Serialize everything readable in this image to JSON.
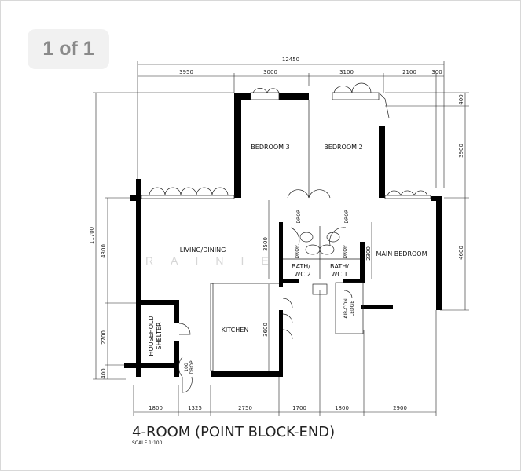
{
  "viewer": {
    "page_indicator": "1 of 1"
  },
  "plan": {
    "title": "4-ROOM (POINT BLOCK-END)",
    "scale": "SCALE  1:100",
    "watermark": "RAINIE",
    "rooms": {
      "bedroom3": "BEDROOM 3",
      "bedroom2": "BEDROOM 2",
      "living": "LIVING/DINING",
      "main_bedroom": "MAIN BEDROOM",
      "bath2_a": "BATH/",
      "bath2_b": "WC 2",
      "bath1_a": "BATH/",
      "bath1_b": "WC 1",
      "kitchen": "KITCHEN",
      "shelter_a": "HOUSEHOLD",
      "shelter_b": "SHELTER",
      "aircon_a": "AIR-CON",
      "aircon_b": "LEDGE",
      "drop": "DROP",
      "drop100": "100"
    },
    "top_dims": {
      "overall": "12450",
      "d1": "3950",
      "d2": "3000",
      "d3": "3100",
      "d4": "2100",
      "d5": "300"
    },
    "bottom_dims": [
      "1800",
      "1325",
      "2750",
      "1700",
      "1800",
      "2900"
    ],
    "left_dims": {
      "overall": "11700",
      "d1": "4300",
      "d2": "2700",
      "d3": "400"
    },
    "right_dims": {
      "d1": "400",
      "d2": "3900",
      "d3": "4600"
    },
    "inner_dims": {
      "living_depth": "3500",
      "kitchen_depth": "3600",
      "bath_depth": "2300"
    }
  }
}
